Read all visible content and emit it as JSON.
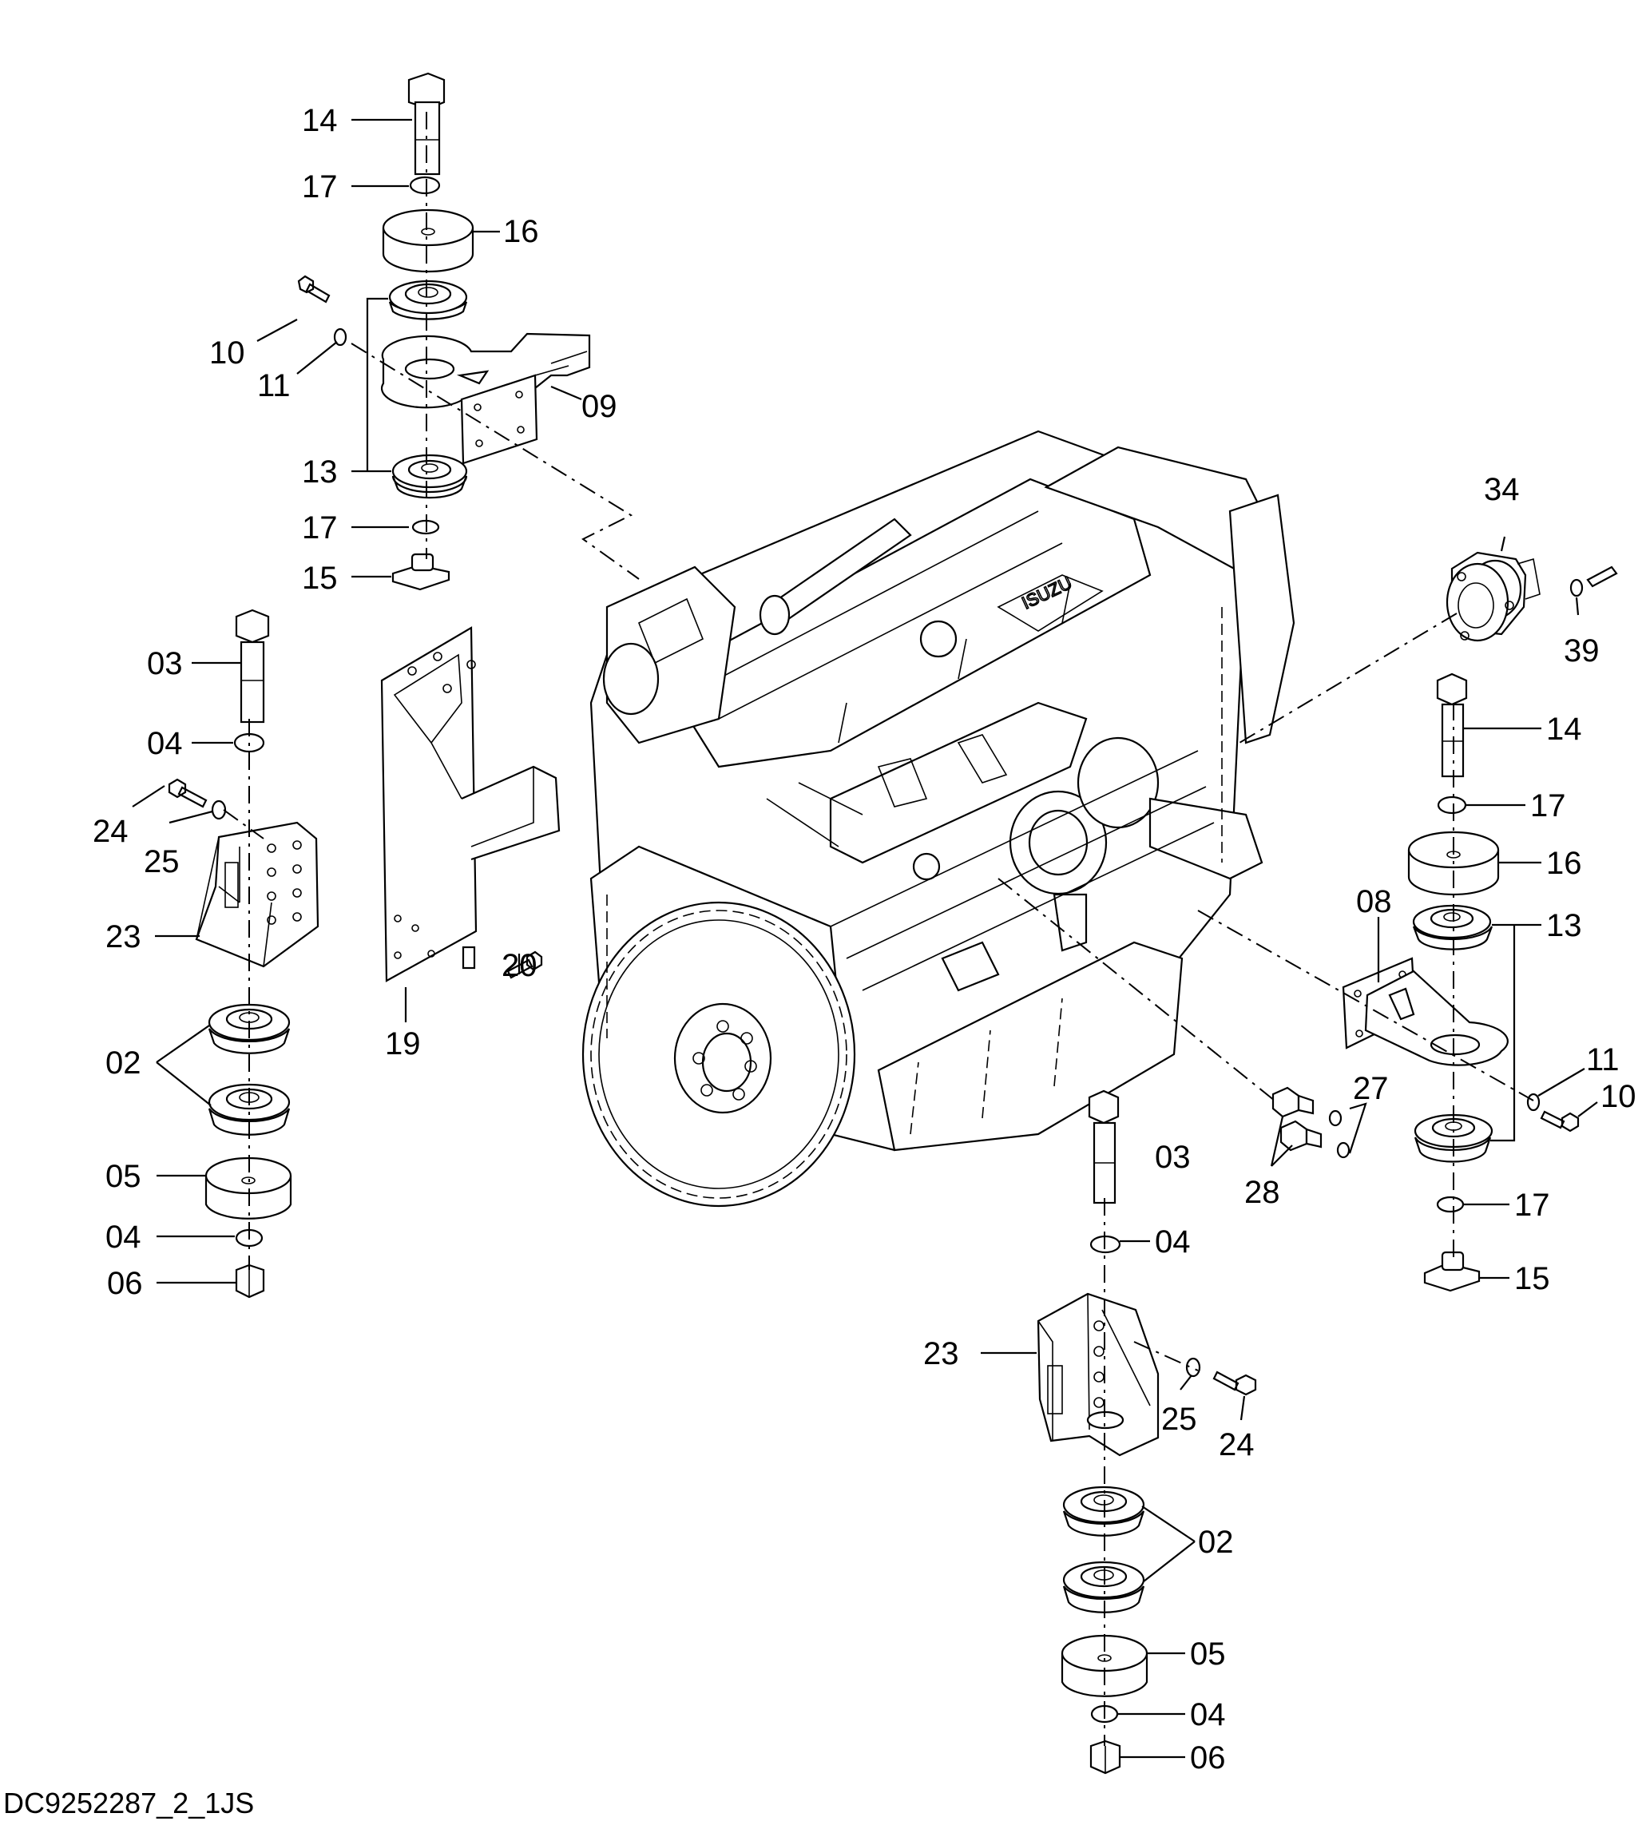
{
  "drawing_code": "DC9252287_2_1JS",
  "labels": {
    "top_mount": {
      "n14": "14",
      "n17a": "17",
      "n16": "16",
      "n10": "10",
      "n11": "11",
      "n09": "09",
      "n13": "13",
      "n17b": "17",
      "n15": "15"
    },
    "left_mount": {
      "n03": "03",
      "n04a": "04",
      "n24": "24",
      "n25": "25",
      "n23": "23",
      "n02": "02",
      "n05": "05",
      "n04b": "04",
      "n06": "06"
    },
    "center": {
      "n19": "19",
      "n20": "20",
      "n27": "27",
      "n28": "28"
    },
    "right_mount": {
      "n34": "34",
      "n39": "39",
      "n14": "14",
      "n17a": "17",
      "n16": "16",
      "n08": "08",
      "n13": "13",
      "n11": "11",
      "n10": "10",
      "n17b": "17",
      "n15": "15"
    },
    "bottom_mount": {
      "n03": "03",
      "n04a": "04",
      "n23": "23",
      "n25": "25",
      "n24": "24",
      "n02": "02",
      "n05": "05",
      "n04b": "04",
      "n06": "06"
    }
  }
}
